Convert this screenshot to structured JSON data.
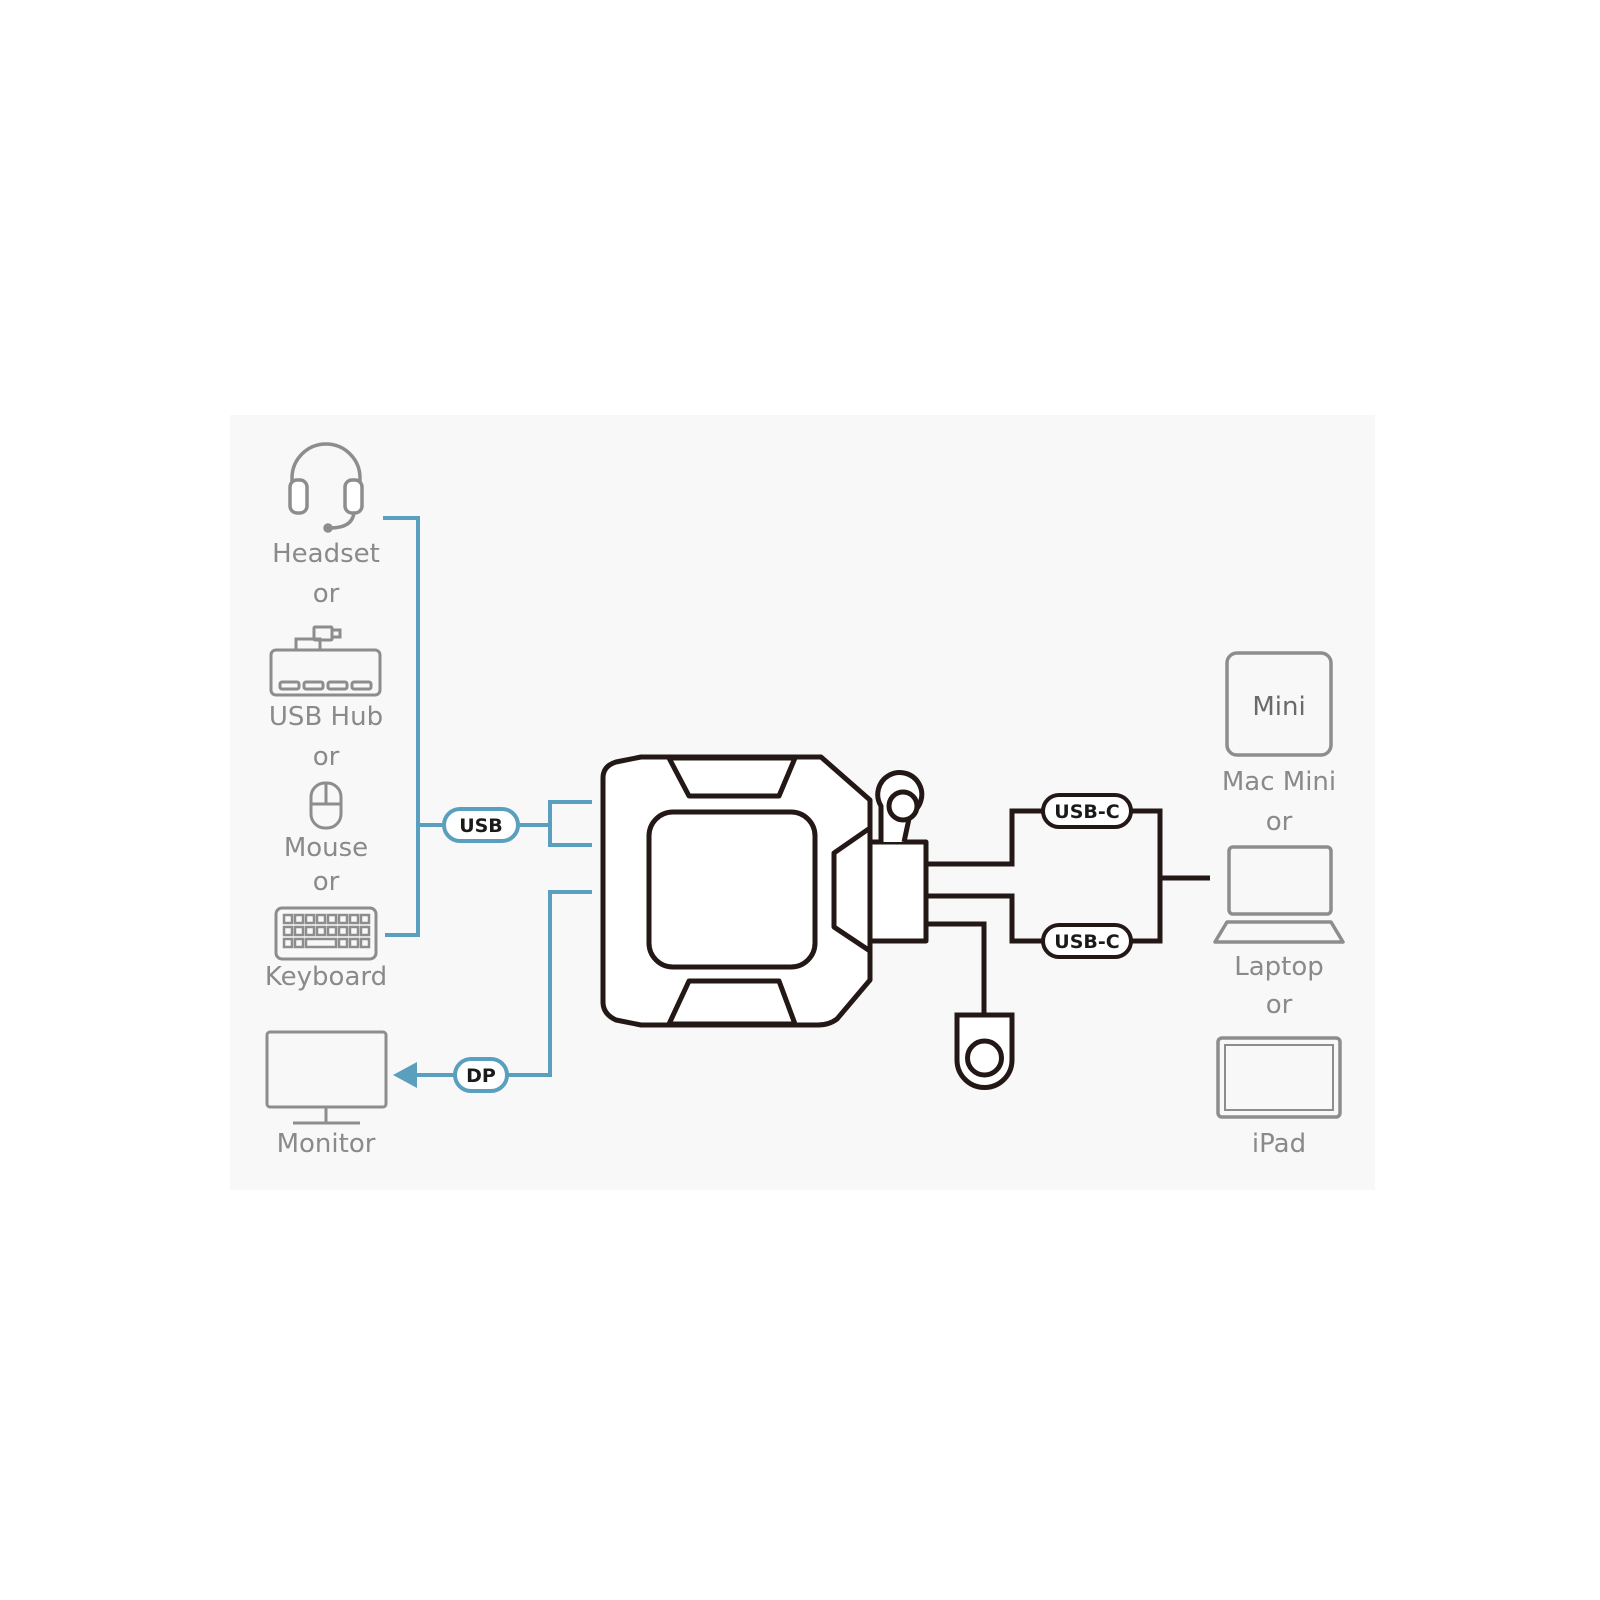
{
  "colors": {
    "panel_bg": "#f8f8f8",
    "blue": "#5a9fbd",
    "device_gray": "#8d8d8d",
    "label_gray": "#8a8a8a",
    "dark": "#231815",
    "pill_fill": "#ffffff"
  },
  "left": {
    "headset_label": "Headset",
    "or_1": "or",
    "usb_hub_label": "USB Hub",
    "or_2": "or",
    "mouse_label": "Mouse",
    "or_3": "or",
    "keyboard_label": "Keyboard",
    "monitor_label": "Monitor"
  },
  "connectors": {
    "usb": "USB",
    "dp": "DP",
    "usbc_top": "USB-C",
    "usbc_bottom": "USB-C"
  },
  "right": {
    "mini_box_text": "Mini",
    "mac_mini_label": "Mac Mini",
    "or_1": "or",
    "laptop_label": "Laptop",
    "or_2": "or",
    "ipad_label": "iPad"
  }
}
